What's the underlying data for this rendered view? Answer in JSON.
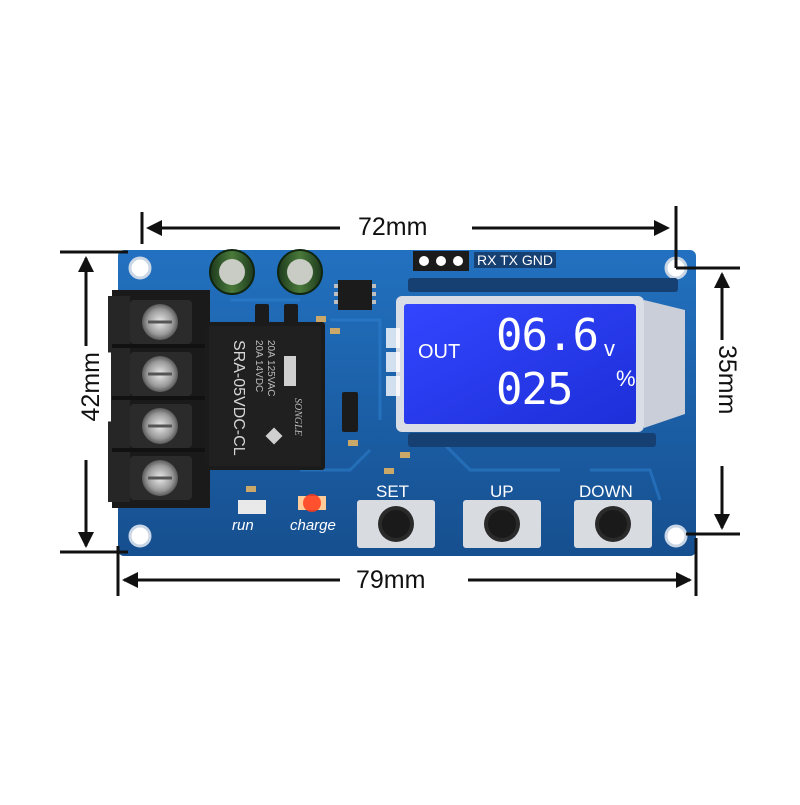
{
  "dimensions": {
    "top_width": "72mm",
    "bottom_width": "79mm",
    "left_height": "42mm",
    "right_height": "35mm"
  },
  "board": {
    "serial_header": "RX TX GND",
    "relay_text": [
      "SRA-05VDC-CL",
      "20A 14VDC",
      "20A 125VAC",
      "SONGLE"
    ],
    "led_labels": {
      "run": "run",
      "charge": "charge"
    },
    "button_labels": {
      "set": "SET",
      "up": "UP",
      "down": "DOWN"
    }
  },
  "lcd": {
    "out_label": "OUT",
    "voltage_value": "06.6",
    "voltage_unit": "v",
    "percent_value": "025",
    "percent_unit": "%"
  },
  "colors": {
    "pcb": "#1a5fa8",
    "lcd_backlight": "#2a3ff0",
    "relay": "#1b1b1b",
    "terminal": "#1a1a1a"
  }
}
